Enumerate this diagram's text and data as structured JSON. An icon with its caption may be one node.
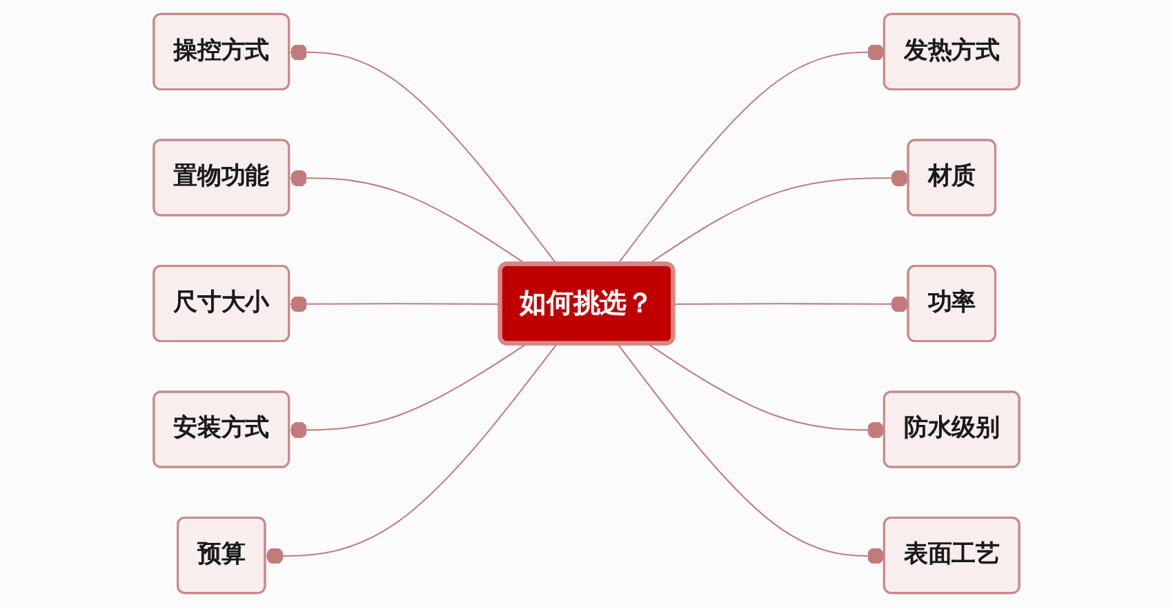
{
  "diagram": {
    "nodes": [
      {
        "text": [
          "如何挑选？"
        ]
      },
      {
        "text": [
          "操控方式"
        ]
      },
      {
        "text": [
          "置物功能"
        ]
      },
      {
        "text": [
          "尺寸大小"
        ]
      },
      {
        "text": [
          "安装方式"
        ]
      },
      {
        "text": [
          "预算"
        ]
      },
      {
        "text": [
          "发热方式"
        ]
      },
      {
        "text": [
          "材质"
        ]
      },
      {
        "text": [
          "功率"
        ]
      },
      {
        "text": [
          "防水级别"
        ]
      },
      {
        "text": [
          "表面工艺"
        ]
      }
    ],
    "edges": [
      {
        "from": 0,
        "to": 1,
        "arrow": "other"
      },
      {
        "from": 0,
        "to": 2,
        "arrow": "other"
      },
      {
        "from": 0,
        "to": 3,
        "arrow": "other"
      },
      {
        "from": 0,
        "to": 4,
        "arrow": "other"
      },
      {
        "from": 0,
        "to": 5,
        "arrow": "other"
      },
      {
        "from": 0,
        "to": 6,
        "arrow": "other"
      },
      {
        "from": 0,
        "to": 7,
        "arrow": "other"
      },
      {
        "from": 0,
        "to": 8,
        "arrow": "other"
      },
      {
        "from": 0,
        "to": 9,
        "arrow": "other"
      },
      {
        "from": 0,
        "to": 10,
        "arrow": "other"
      }
    ]
  }
}
